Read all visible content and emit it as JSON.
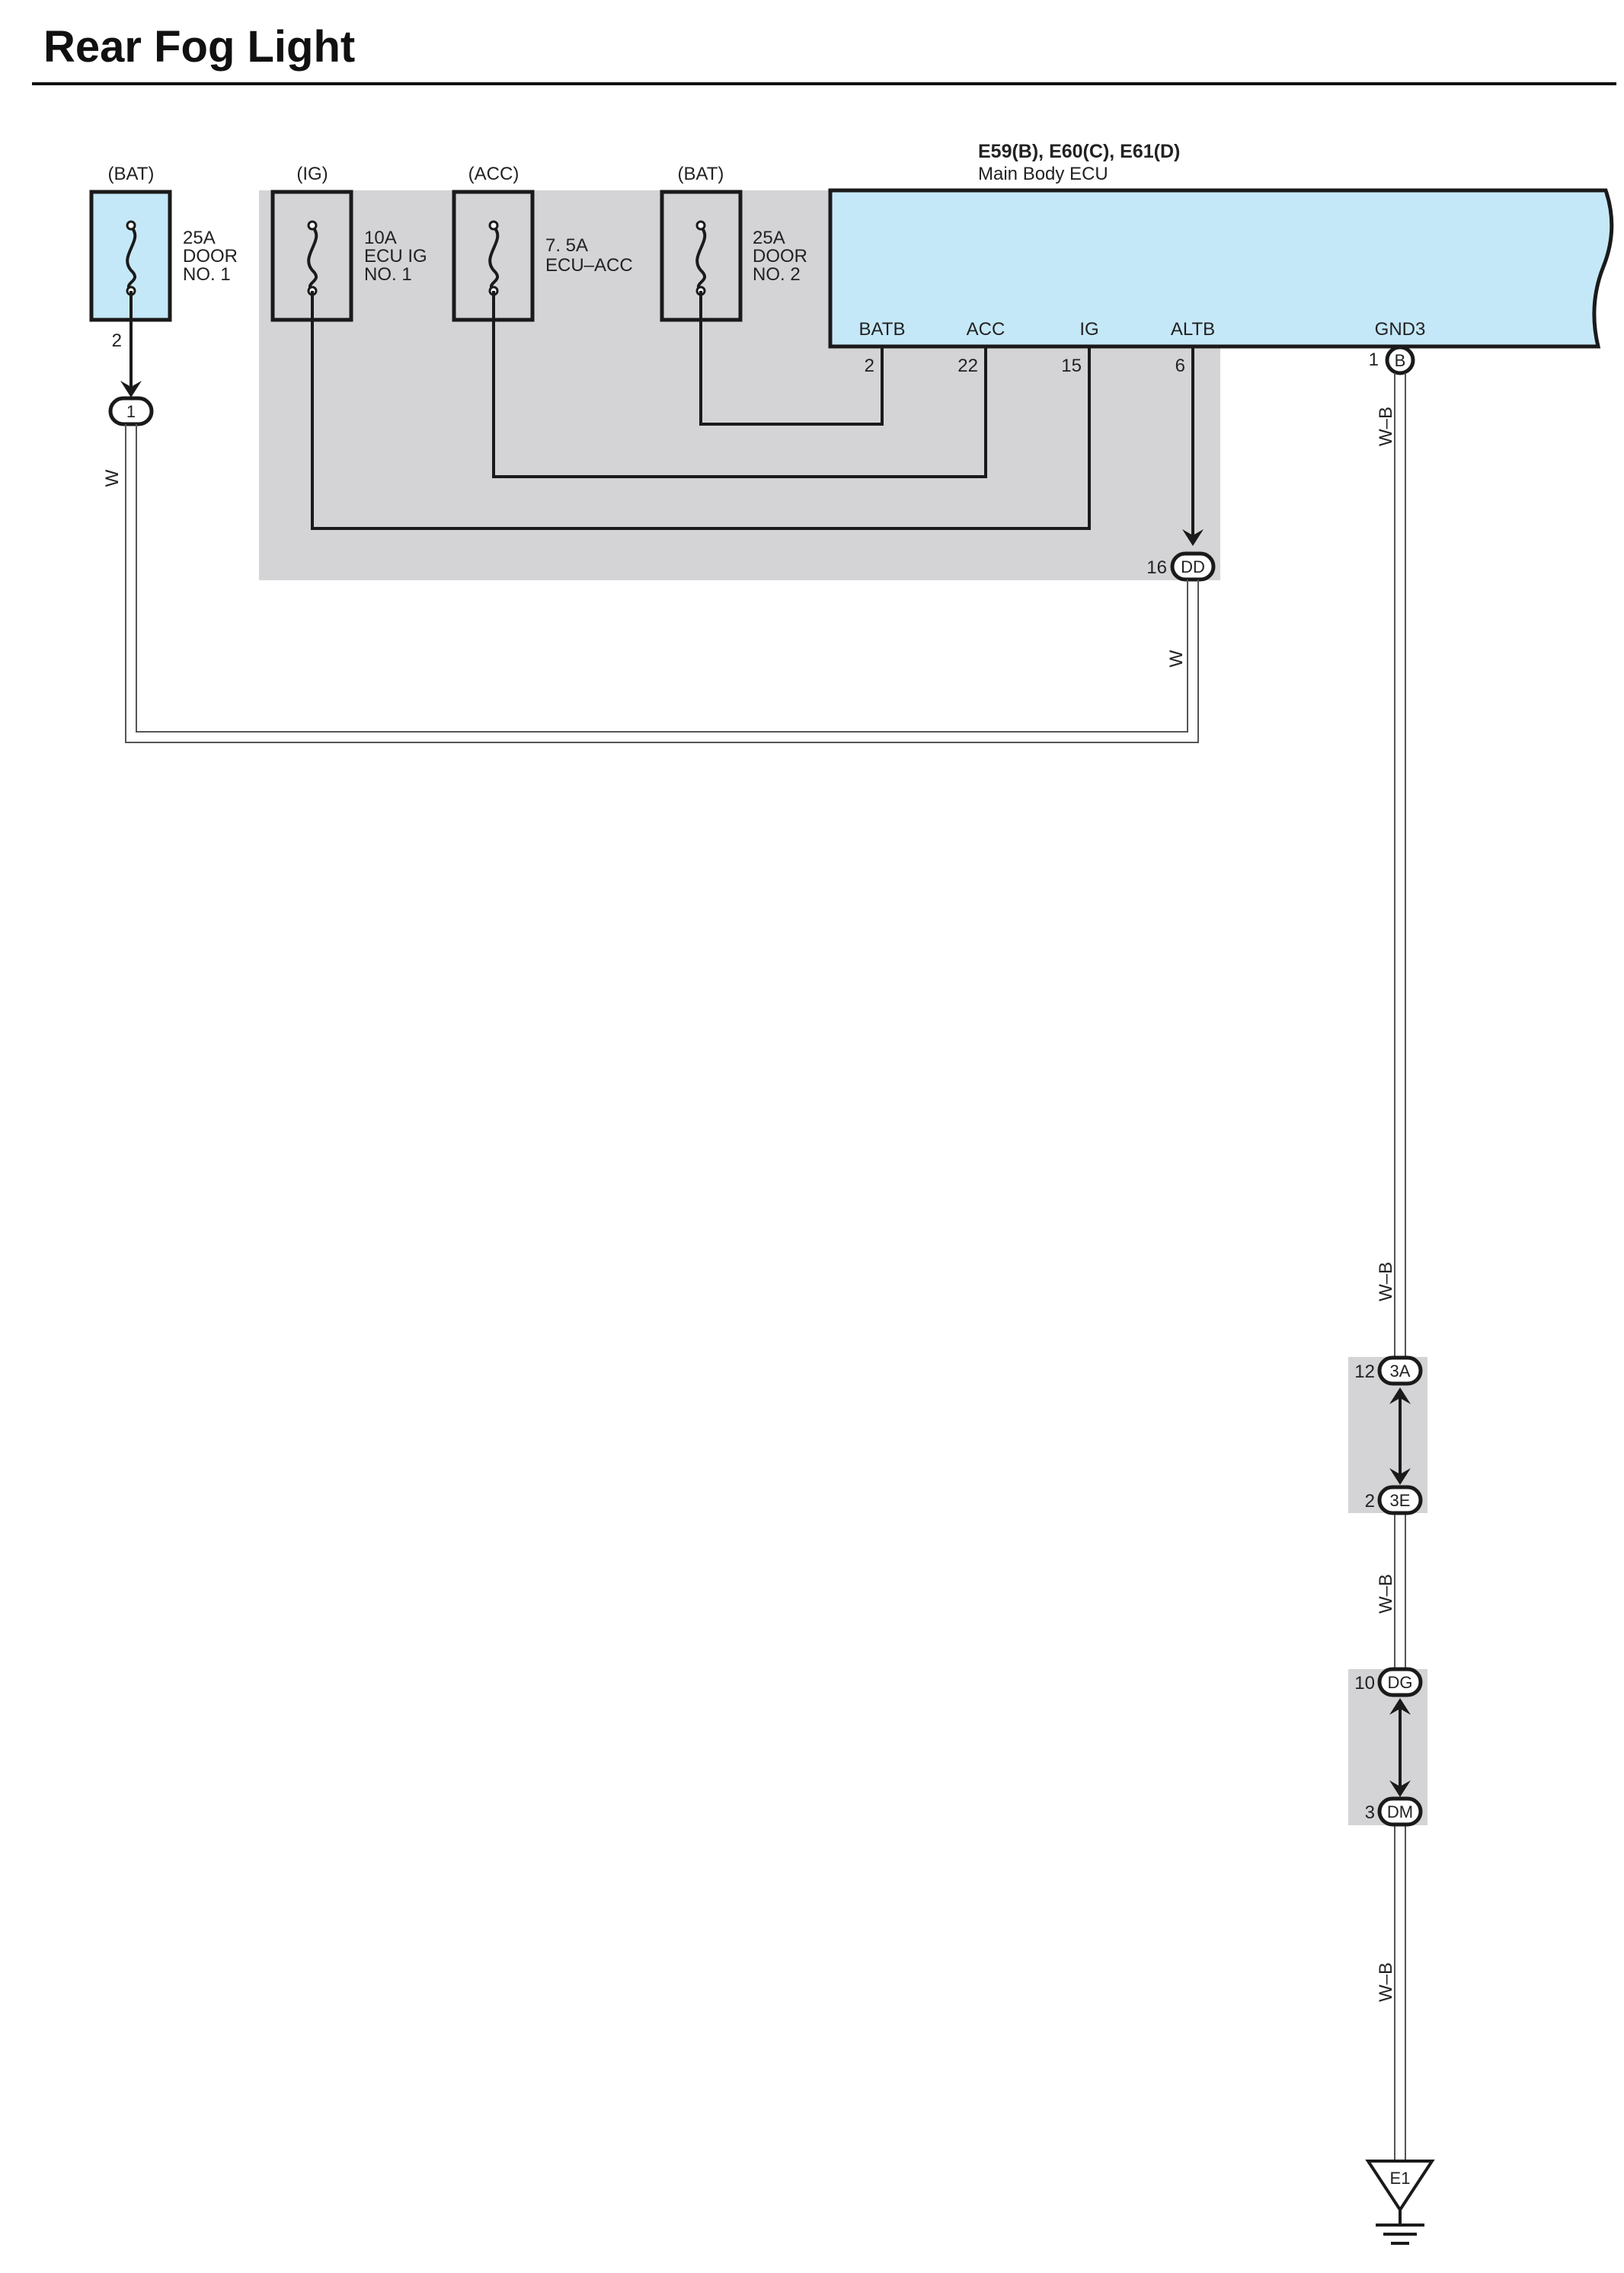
{
  "title": "Rear Fog Light",
  "ecu": {
    "connectors": "E59(B), E60(C), E61(D)",
    "name": "Main Body ECU",
    "pins": [
      {
        "label": "BATB",
        "number": "2"
      },
      {
        "label": "ACC",
        "number": "22"
      },
      {
        "label": "IG",
        "number": "15"
      },
      {
        "label": "ALTB",
        "number": "6"
      },
      {
        "label": "GND3",
        "number": "1",
        "connector": "B"
      }
    ]
  },
  "fuses": [
    {
      "source": "(BAT)",
      "line1": "25A",
      "line2": "DOOR",
      "line3": "NO. 1",
      "pin": "2"
    },
    {
      "source": "(IG)",
      "line1": "10A",
      "line2": "ECU IG",
      "line3": "NO. 1"
    },
    {
      "source": "(ACC)",
      "line1": "7. 5A",
      "line2": "ECU–ACC"
    },
    {
      "source": "(BAT)",
      "line1": "25A",
      "line2": "DOOR",
      "line3": "NO. 2"
    }
  ],
  "junctions": {
    "j1": "1",
    "dd": {
      "pin": "16",
      "id": "DD"
    },
    "a3": {
      "pin": "12",
      "id": "3A"
    },
    "e3": {
      "pin": "2",
      "id": "3E"
    },
    "dg": {
      "pin": "10",
      "id": "DG"
    },
    "dm": {
      "pin": "3",
      "id": "DM"
    }
  },
  "wires": {
    "w": "W",
    "wb": "W–B"
  },
  "ground": "E1",
  "colors": {
    "ecu_fill": "#c5e8f8",
    "fuse_fill": "#c5e8f8",
    "grey_box": "#d4d4d6",
    "line": "#1a1a1a"
  }
}
